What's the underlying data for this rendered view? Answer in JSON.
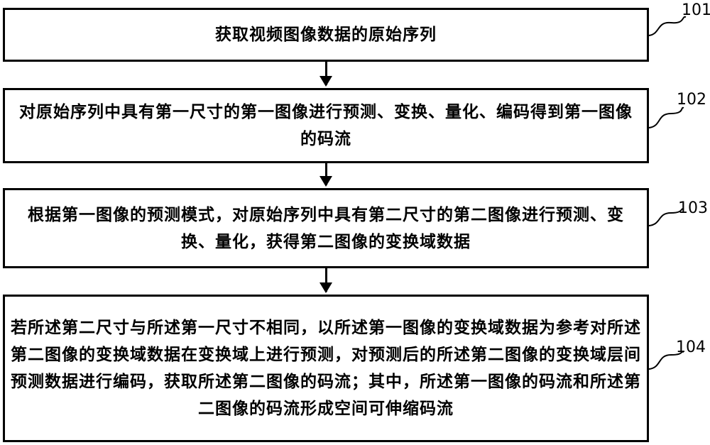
{
  "steps": [
    {
      "ref": "101",
      "text": "获取视频图像数据的原始序列"
    },
    {
      "ref": "102",
      "text": "对原始序列中具有第一尺寸的第一图像进行预测、变换、量化、编码得到第一图像的码流"
    },
    {
      "ref": "103",
      "text": "根据第一图像的预测模式，对原始序列中具有第二尺寸的第二图像进行预测、变换、量化，获得第二图像的变换域数据"
    },
    {
      "ref": "104",
      "text": "若所述第二尺寸与所述第一尺寸不相同，以所述第一图像的变换域数据为参考对所述第二图像的变换域数据在变换域上进行预测，对预测后的所述第二图像的变换域层间预测数据进行编码，获取所述第二图像的码流；其中，所述第一图像的码流和所述第二图像的码流形成空间可伸缩码流"
    }
  ]
}
